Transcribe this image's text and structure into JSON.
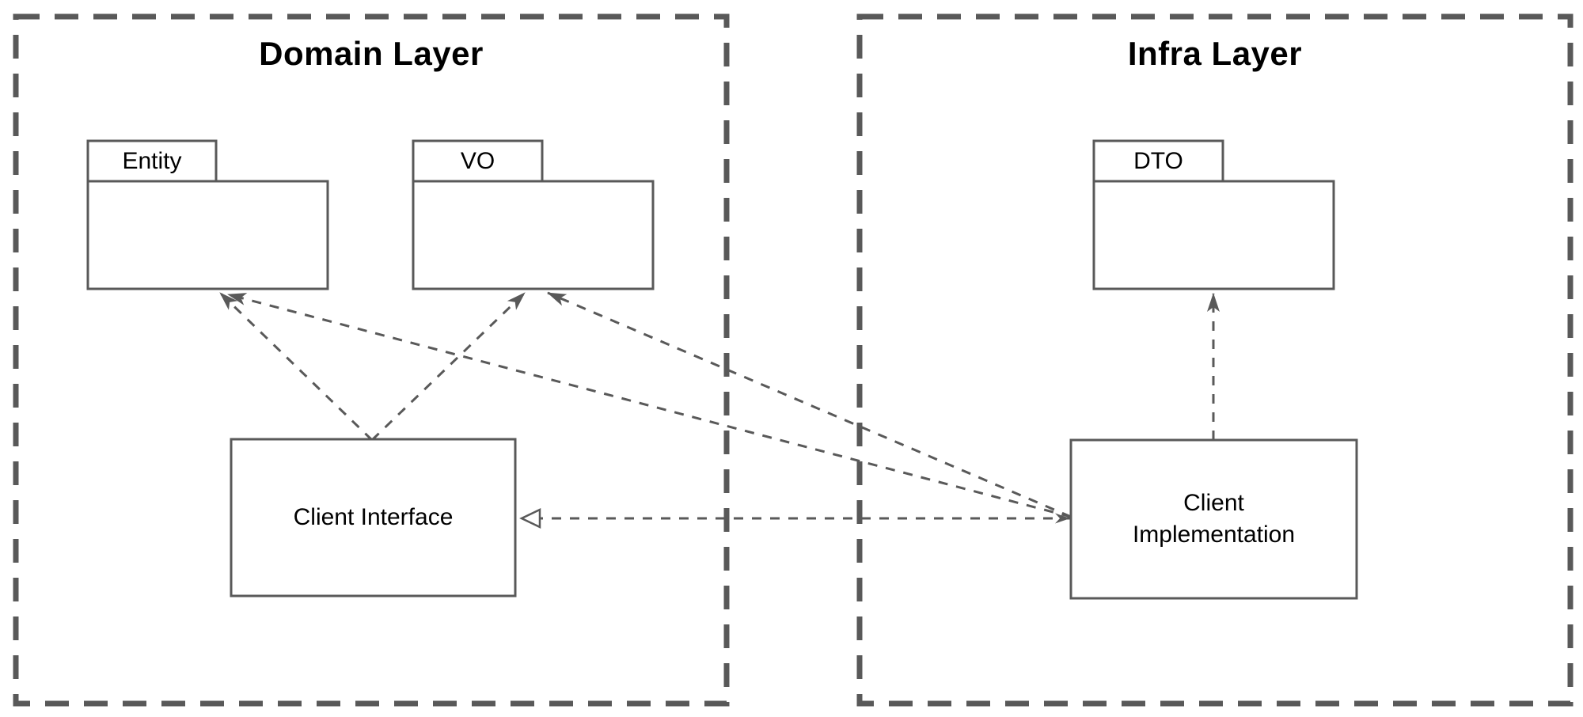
{
  "colors": {
    "stroke": "#595959",
    "text": "#000000",
    "background": "#ffffff"
  },
  "layers": {
    "domain": {
      "title": "Domain Layer",
      "packages": {
        "entity": {
          "label": "Entity"
        },
        "vo": {
          "label": "VO"
        }
      },
      "nodes": {
        "client_interface": {
          "label": "Client Interface"
        }
      }
    },
    "infra": {
      "title": "Infra Layer",
      "packages": {
        "dto": {
          "label": "DTO"
        }
      },
      "nodes": {
        "client_implementation": {
          "label": "Client Implementation"
        }
      }
    }
  },
  "edges": [
    {
      "from": "Client Interface",
      "to": "Entity",
      "line": "dashed",
      "end_arrow": "open-arrow"
    },
    {
      "from": "Client Interface",
      "to": "VO",
      "line": "dashed",
      "end_arrow": "open-arrow"
    },
    {
      "from": "Client Implementation",
      "to": "Entity",
      "line": "dashed",
      "end_arrow": "open-arrow"
    },
    {
      "from": "Client Implementation",
      "to": "VO",
      "line": "dashed",
      "end_arrow": "open-arrow"
    },
    {
      "from": "Client Implementation",
      "to": "DTO",
      "line": "dashed",
      "end_arrow": "open-arrow"
    },
    {
      "from": "Client Implementation",
      "to": "Client Interface",
      "line": "dashed",
      "end_arrow": "hollow-triangle",
      "start_arrow": "open-arrow"
    }
  ]
}
